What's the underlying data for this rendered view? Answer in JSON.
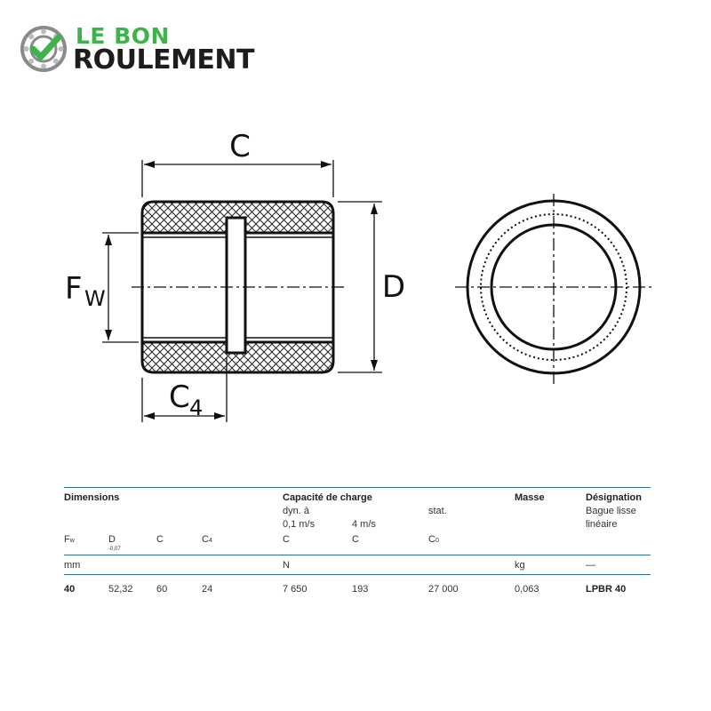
{
  "brand": {
    "line1": "LE BON",
    "line2": "ROULEMENT",
    "green": "#3cb44a",
    "dark": "#1d1d1b"
  },
  "drawing": {
    "labels": {
      "C": "C",
      "D": "D",
      "F": "F",
      "F_sub": "W",
      "C4": "C",
      "C4_sub": "4"
    }
  },
  "table": {
    "headers": {
      "dimensions": "Dimensions",
      "capacity": "Capacité de charge",
      "dyn": "dyn. à",
      "speed1": "0,1 m/s",
      "speed2": "4 m/s",
      "stat": "stat.",
      "mass": "Masse",
      "designation": "Désignation",
      "designation_sub1": "Bague lisse",
      "designation_sub2": "linéaire"
    },
    "symbols": {
      "fw": "F",
      "fw_sub": "w",
      "d": "D",
      "d_tol": "-0,07",
      "c": "C",
      "c4": "C",
      "c4_sub": "4",
      "c_dyn1": "C",
      "c_dyn2": "C",
      "c0": "C",
      "c0_sub": "0"
    },
    "units": {
      "mm": "mm",
      "n": "N",
      "kg": "kg",
      "dash": "—"
    },
    "row": {
      "fw": "40",
      "d": "52,32",
      "c": "60",
      "c4": "24",
      "c_dyn1": "7 650",
      "c_dyn2": "193",
      "c0": "27 000",
      "mass": "0,063",
      "designation": "LPBR 40"
    },
    "rule_color": "#2a6e99"
  }
}
